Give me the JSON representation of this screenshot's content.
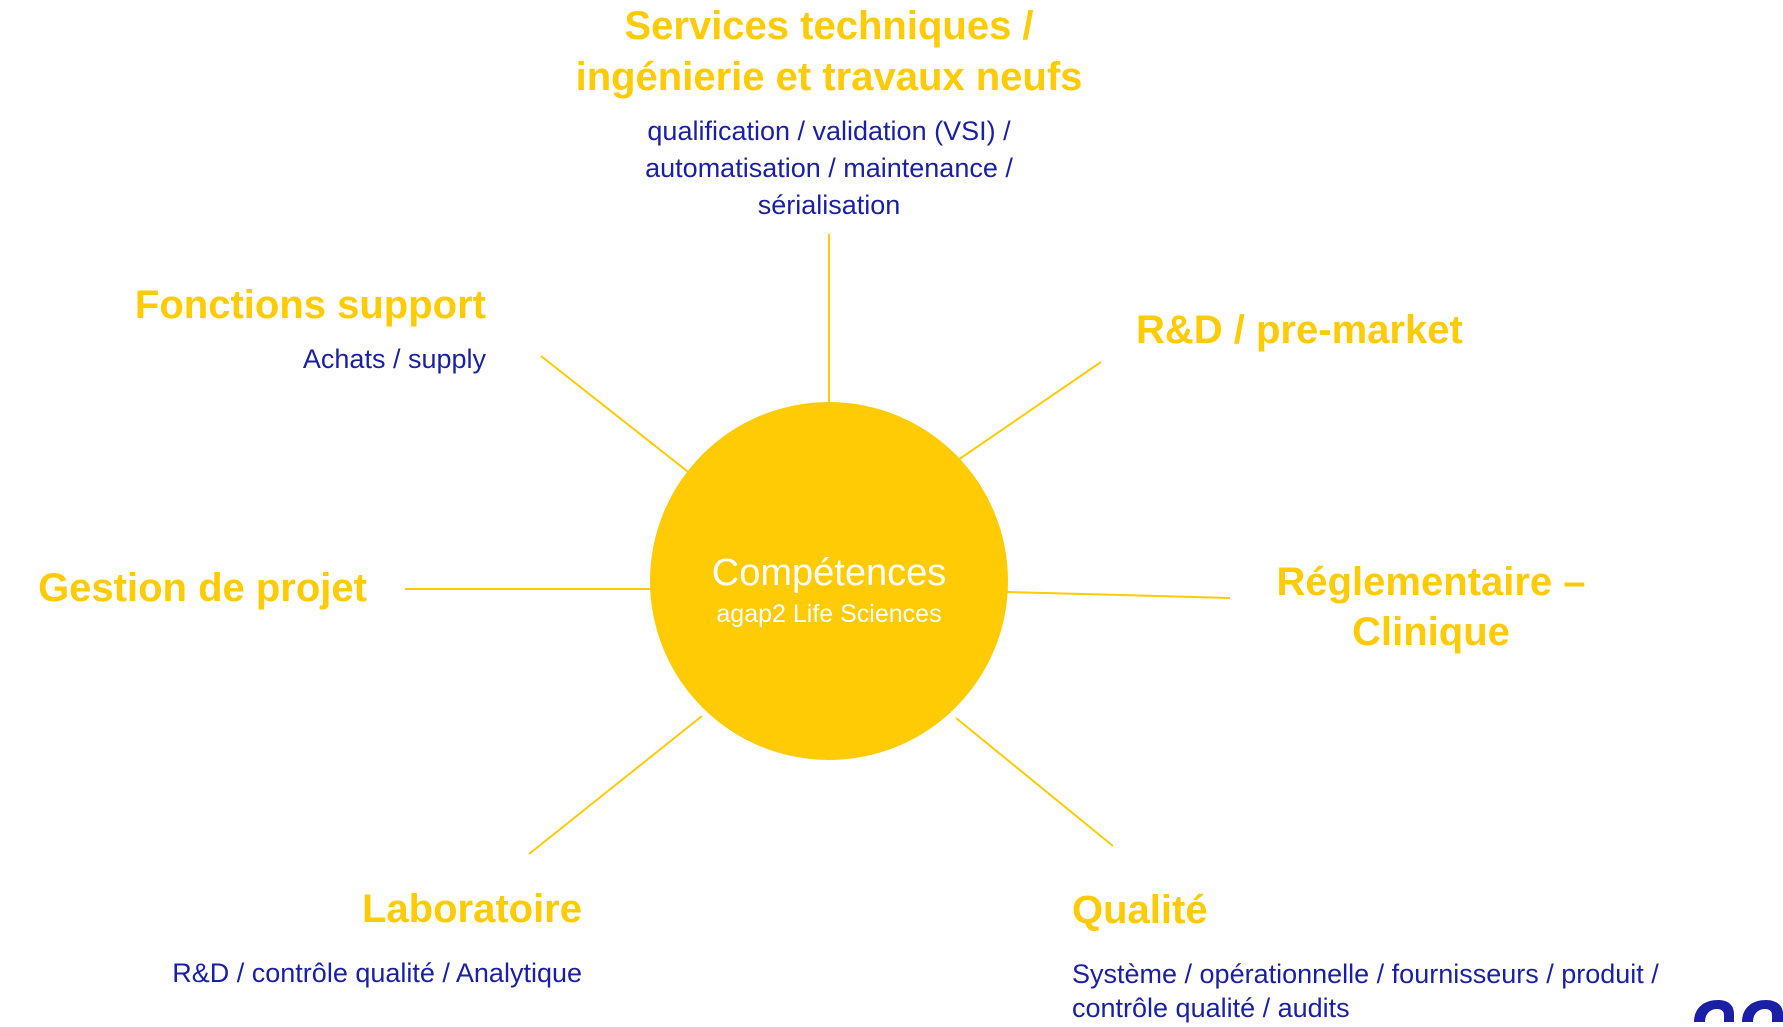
{
  "hub": {
    "title": "Compétences",
    "subtitle": "agap2 Life Sciences"
  },
  "branches": {
    "services_techniques": {
      "title_line1": "Services techniques /",
      "title_line2": "ingénierie et travaux neufs",
      "desc_line1": "qualification / validation (VSI) /",
      "desc_line2": "automatisation / maintenance /",
      "desc_line3": "sérialisation"
    },
    "rd_premarket": {
      "title": "R&D / pre-market"
    },
    "reglementaire": {
      "title_line1": "Réglementaire –",
      "title_line2": "Clinique"
    },
    "qualite": {
      "title": "Qualité",
      "desc_line1": "Système / opérationnelle / fournisseurs / produit /",
      "desc_line2": "contrôle qualité / audits"
    },
    "laboratoire": {
      "title": "Laboratoire",
      "desc": "R&D / contrôle qualité / Analytique"
    },
    "gestion_projet": {
      "title": "Gestion de projet"
    },
    "fonctions_support": {
      "title": "Fonctions support",
      "desc": "Achats / supply"
    }
  },
  "colors": {
    "accent": "#FFCB05",
    "text_blue": "#1A1FA3",
    "logo_blue": "#1A1FA3"
  }
}
